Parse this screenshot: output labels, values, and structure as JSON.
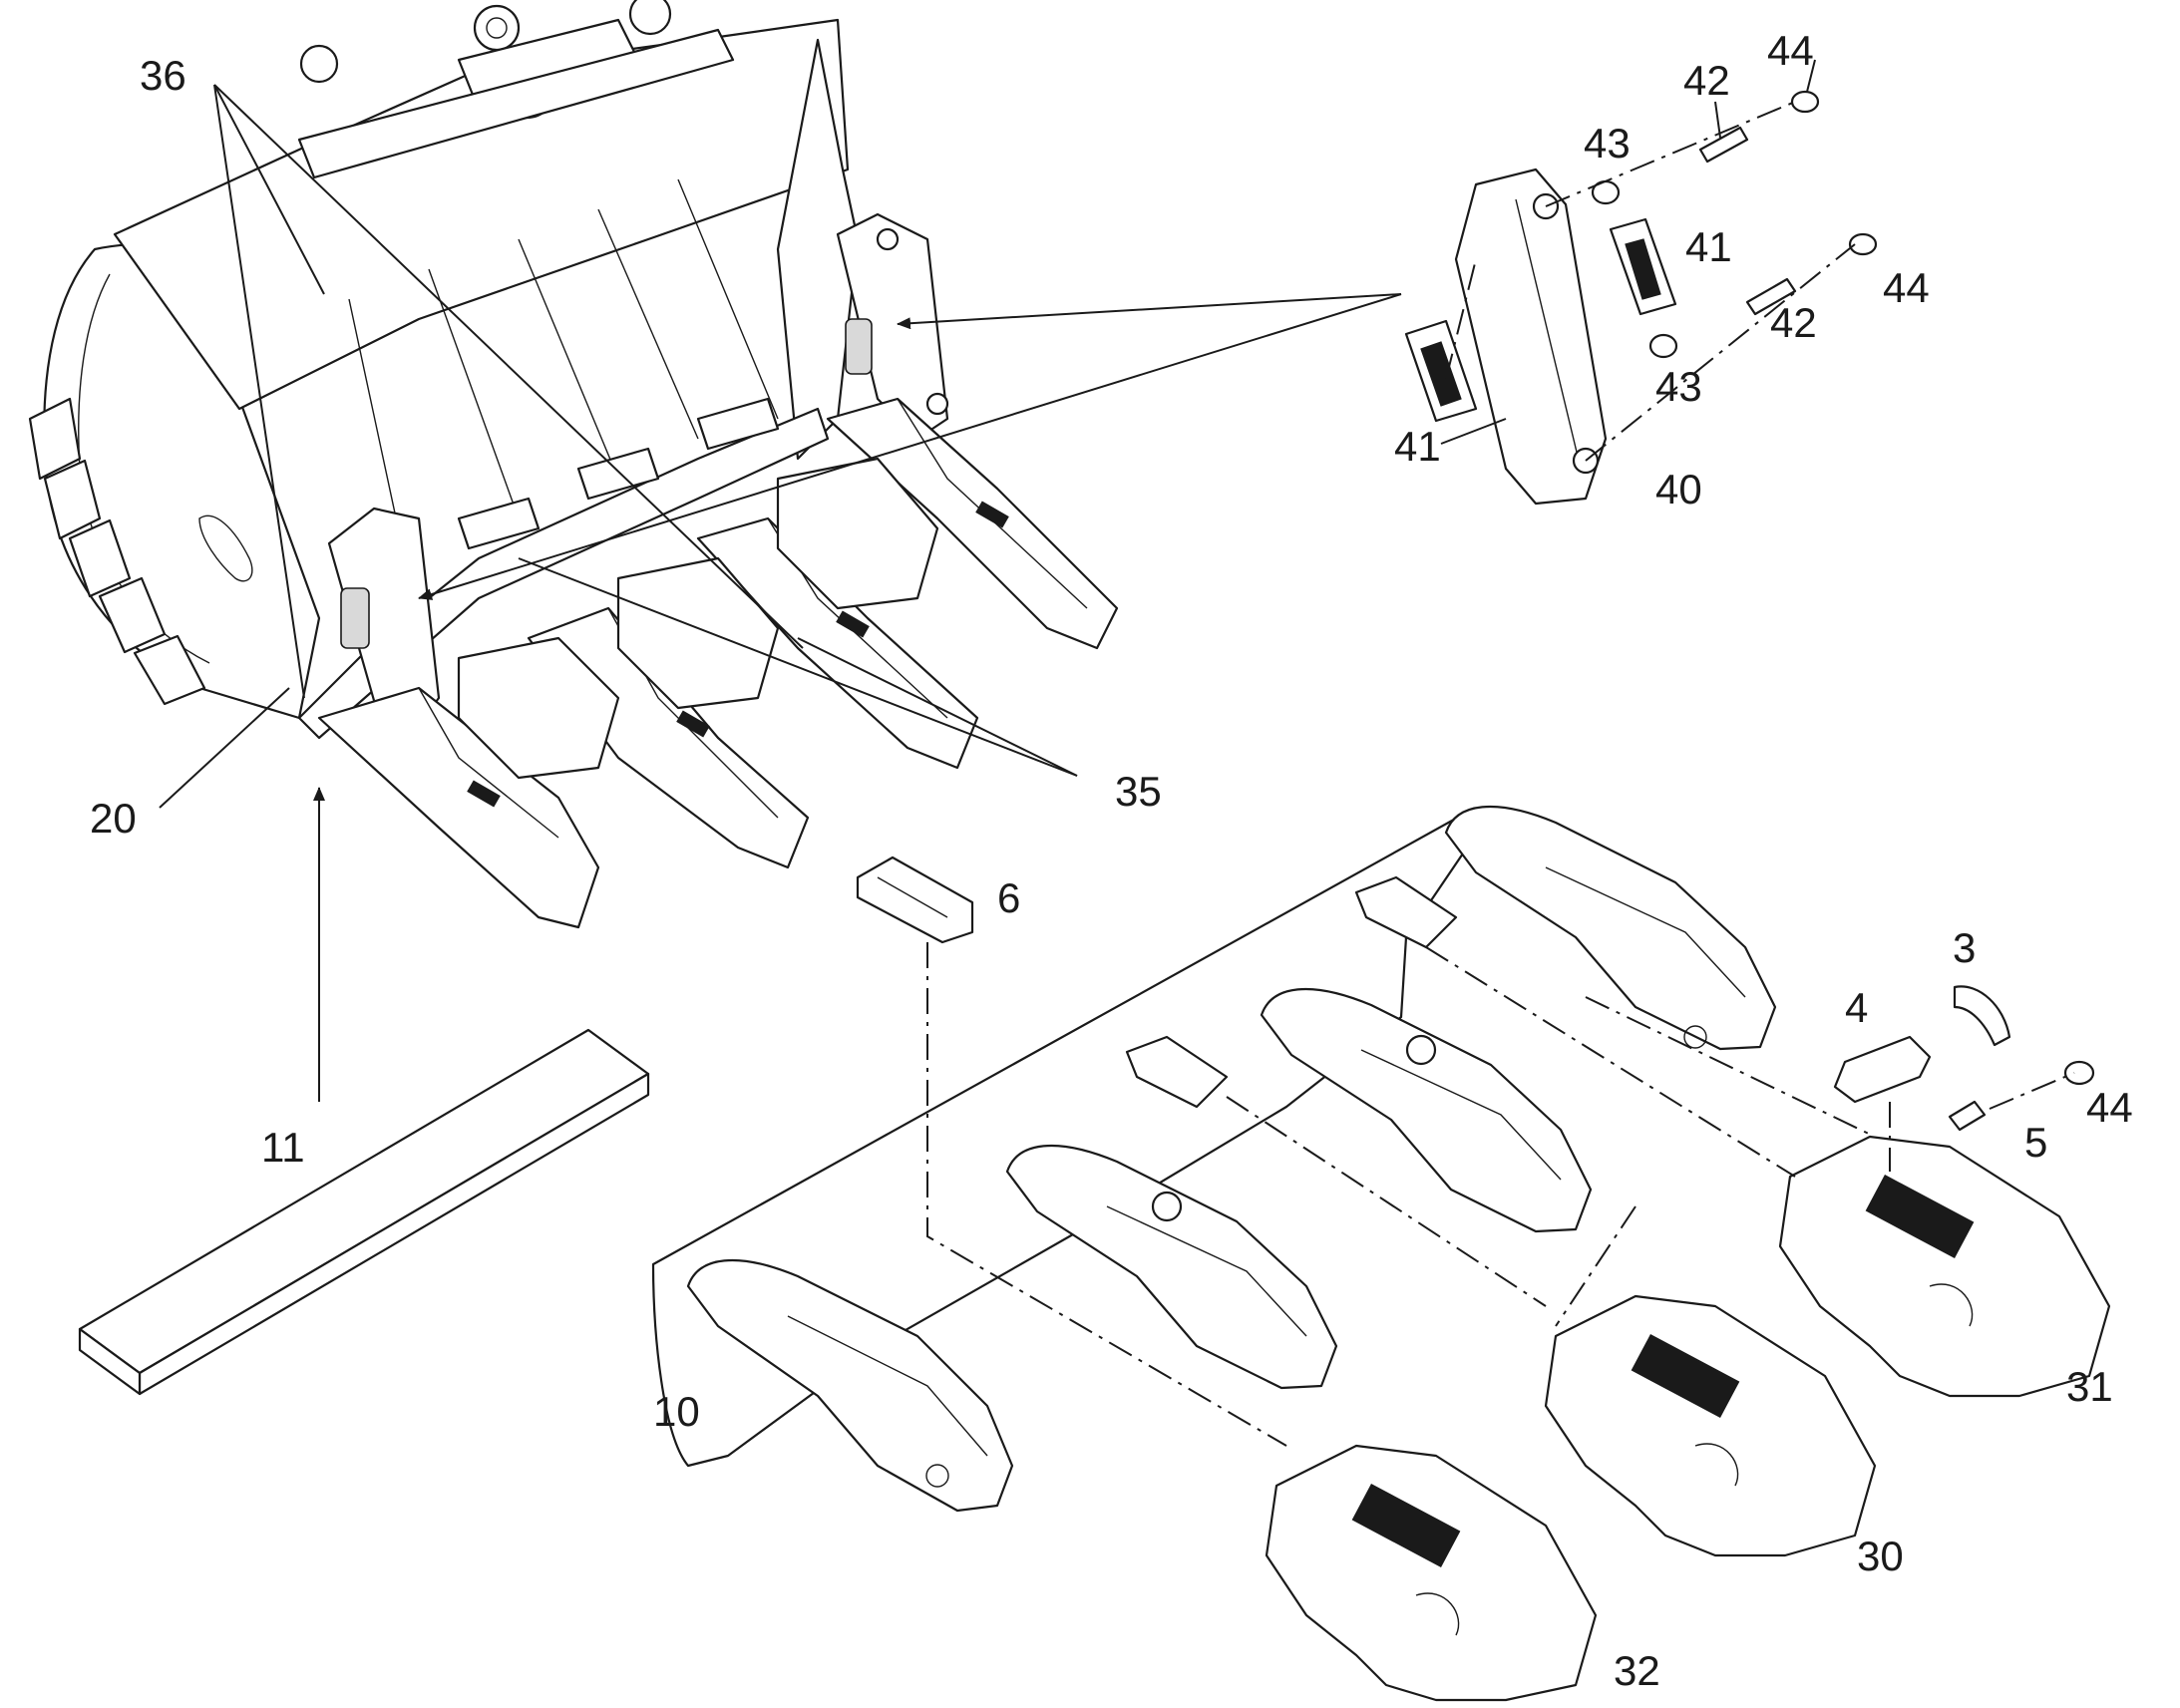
{
  "labels": {
    "l3": "3",
    "l4": "4",
    "l5": "5",
    "l6": "6",
    "l10": "10",
    "l11": "11",
    "l20": "20",
    "l30": "30",
    "l31": "31",
    "l32": "32",
    "l35": "35",
    "l36": "36",
    "l40": "40",
    "l41a": "41",
    "l41b": "41",
    "l42a": "42",
    "l42b": "42",
    "l43a": "43",
    "l43b": "43",
    "l44a": "44",
    "l44b": "44",
    "l44c": "44"
  },
  "colors": {
    "line": "#1a1a1a",
    "background": "#ffffff",
    "shading": "#d9d9d9"
  }
}
